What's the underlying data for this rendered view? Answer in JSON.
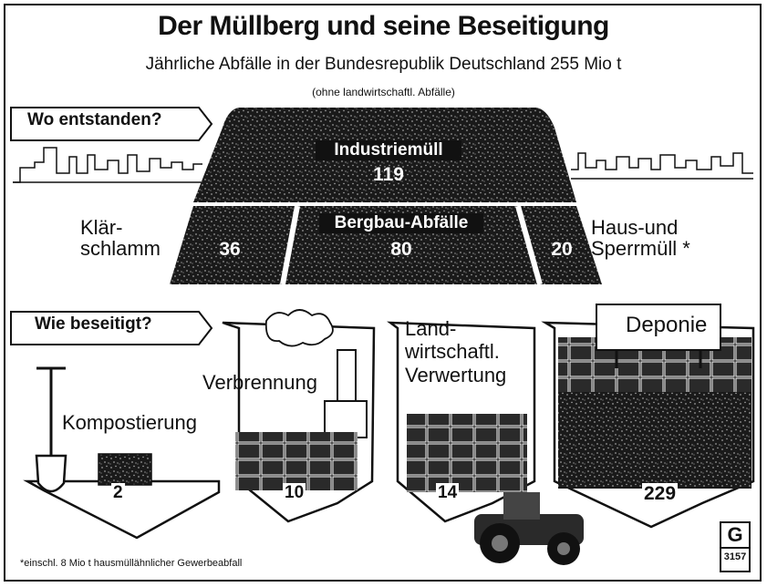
{
  "title": "Der Müllberg und seine Beseitigung",
  "subtitle": "Jährliche Abfälle in der Bundesrepublik Deutschland 255 Mio t",
  "note": "(ohne landwirtschaftl. Abfälle)",
  "section1": "Wo entstanden?",
  "section2": "Wie beseitigt?",
  "sources": [
    {
      "label": "Industriemüll",
      "value": "119"
    },
    {
      "label": "Bergbau-Abfälle",
      "value": "80"
    },
    {
      "label": "Klär-\nschlamm",
      "value": "36"
    },
    {
      "label": "Haus-und\nSperrmüll *",
      "value": "20"
    }
  ],
  "disposal": [
    {
      "label": "Kompostierung",
      "value": "2"
    },
    {
      "label": "Verbrennung",
      "value": "10"
    },
    {
      "label": "Land-\nwirtschaftl.\nVerwertung",
      "value": "14"
    },
    {
      "label": "Deponie",
      "value": "229"
    }
  ],
  "footnote": "*einschl. 8 Mio t hausmüllähnlicher Gewerbeabfall",
  "logo_letter": "G",
  "logo_number": "3157",
  "colors": {
    "ink": "#111111",
    "paper": "#ffffff"
  }
}
